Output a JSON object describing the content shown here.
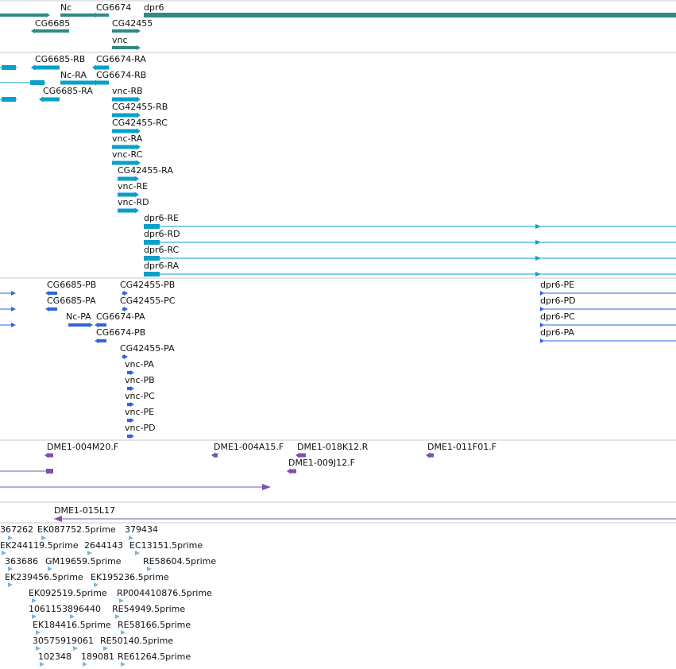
{
  "colors": {
    "gene": "#2f8a86",
    "transcript": "#0aa0c8",
    "protein": "#3265d8",
    "clone": "#7b52b0",
    "est": "#7cb4dc",
    "separator": "#c8c8c8"
  },
  "tracks": {
    "genes": {
      "features": [
        {
          "label": "",
          "from": 0,
          "to": 58,
          "strand": "+"
        },
        {
          "label": "Nc",
          "from": 76,
          "to": 120,
          "strand": "+"
        },
        {
          "label": "CG6674",
          "from": 121,
          "to": 137,
          "strand": "-"
        },
        {
          "label": "dpr6",
          "from": 181,
          "to": 851,
          "strand": "+"
        },
        {
          "label": "CG6685",
          "from": 44,
          "to": 87,
          "strand": "-"
        },
        {
          "label": "CG42455",
          "from": 141,
          "to": 172,
          "strand": "+"
        },
        {
          "label": "vnc",
          "from": 141,
          "to": 172,
          "strand": "+"
        }
      ]
    },
    "transcripts": {
      "features": [
        {
          "label": "CG6685-RB",
          "from": 44,
          "to": 75,
          "strand": "-"
        },
        {
          "label": "CG6674-RA",
          "from": 121,
          "to": 137,
          "strand": "-"
        },
        {
          "label": "Nc-RA",
          "from": 76,
          "to": 120,
          "strand": "+"
        },
        {
          "label": "CG6674-RB",
          "from": 121,
          "to": 137,
          "strand": "-"
        },
        {
          "label": "CG6685-RA",
          "from": 54,
          "to": 75,
          "strand": "-"
        },
        {
          "label": "vnc-RB",
          "from": 141,
          "to": 172,
          "strand": "+"
        },
        {
          "label": "CG42455-RB",
          "from": 141,
          "to": 172,
          "strand": "+"
        },
        {
          "label": "CG42455-RC",
          "from": 141,
          "to": 172,
          "strand": "+"
        },
        {
          "label": "vnc-RA",
          "from": 141,
          "to": 172,
          "strand": "+"
        },
        {
          "label": "vnc-RC",
          "from": 141,
          "to": 172,
          "strand": "+"
        },
        {
          "label": "CG42455-RA",
          "from": 148,
          "to": 170,
          "strand": "+"
        },
        {
          "label": "vnc-RE",
          "from": 148,
          "to": 170,
          "strand": "+"
        },
        {
          "label": "vnc-RD",
          "from": 148,
          "to": 170,
          "strand": "+"
        },
        {
          "label": "dpr6-RE",
          "from": 181,
          "to": 851,
          "strand": "+"
        },
        {
          "label": "dpr6-RD",
          "from": 181,
          "to": 851,
          "strand": "+"
        },
        {
          "label": "dpr6-RC",
          "from": 181,
          "to": 851,
          "strand": "+"
        },
        {
          "label": "dpr6-RA",
          "from": 181,
          "to": 851,
          "strand": "+"
        }
      ]
    },
    "proteins": {
      "features": [
        {
          "label": "CG6685-PB",
          "from": 59,
          "to": 75,
          "strand": "-"
        },
        {
          "label": "CG42455-PB",
          "from": 151,
          "to": 159,
          "strand": "+"
        },
        {
          "label": "dpr6-PE",
          "from": 680,
          "to": 851,
          "strand": "+"
        },
        {
          "label": "CG6685-PA",
          "from": 59,
          "to": 75,
          "strand": "-"
        },
        {
          "label": "CG42455-PC",
          "from": 151,
          "to": 159,
          "strand": "+"
        },
        {
          "label": "dpr6-PD",
          "from": 680,
          "to": 851,
          "strand": "+"
        },
        {
          "label": "Nc-PA",
          "from": 83,
          "to": 115,
          "strand": "+"
        },
        {
          "label": "CG6674-PA",
          "from": 121,
          "to": 137,
          "strand": "-"
        },
        {
          "label": "dpr6-PC",
          "from": 680,
          "to": 851,
          "strand": "+"
        },
        {
          "label": "CG6674-PB",
          "from": 121,
          "to": 137,
          "strand": "-"
        },
        {
          "label": "dpr6-PA",
          "from": 680,
          "to": 851,
          "strand": "+"
        },
        {
          "label": "CG42455-PA",
          "from": 151,
          "to": 159,
          "strand": "+"
        },
        {
          "label": "vnc-PA",
          "from": 157,
          "to": 167,
          "strand": "+"
        },
        {
          "label": "vnc-PB",
          "from": 157,
          "to": 167,
          "strand": "+"
        },
        {
          "label": "vnc-PC",
          "from": 157,
          "to": 167,
          "strand": "+"
        },
        {
          "label": "vnc-PE",
          "from": 157,
          "to": 167,
          "strand": "+"
        },
        {
          "label": "vnc-PD",
          "from": 157,
          "to": 167,
          "strand": "+"
        }
      ]
    },
    "clones": {
      "features": [
        {
          "label": "DME1-004M20.F",
          "from": 58,
          "to": 67,
          "strand": "-"
        },
        {
          "label": "DME1-004A15.F",
          "from": 268,
          "to": 274,
          "strand": "-"
        },
        {
          "label": "DME1-018K12.R",
          "from": 374,
          "to": 385,
          "strand": "-"
        },
        {
          "label": "DME1-011F01.F",
          "from": 538,
          "to": 546,
          "strand": "-"
        },
        {
          "label": "DME1-009J12.F",
          "from": 363,
          "to": 373,
          "strand": "-"
        }
      ]
    },
    "bac": {
      "features": [
        {
          "label": "DME1-015L17",
          "from": 68,
          "to": 851,
          "strand": "-"
        }
      ]
    },
    "ests": {
      "labels": [
        "367262",
        "EK087752.5prime",
        "379434",
        "EK244119.5prime",
        "2644143",
        "EC13151.5prime",
        "363686",
        "GM19659.5prime",
        "RE58604.5prime",
        "EK239456.5prime",
        "EK195236.5prime",
        "EK092519.5prime",
        "RP004410876.5prime",
        "1061153896440",
        "RE54949.5prime",
        "EK184416.5prime",
        "RE58166.5prime",
        "30575919061",
        "RE50140.5prime",
        "102348",
        "189081",
        "RE61264.5prime"
      ]
    }
  }
}
